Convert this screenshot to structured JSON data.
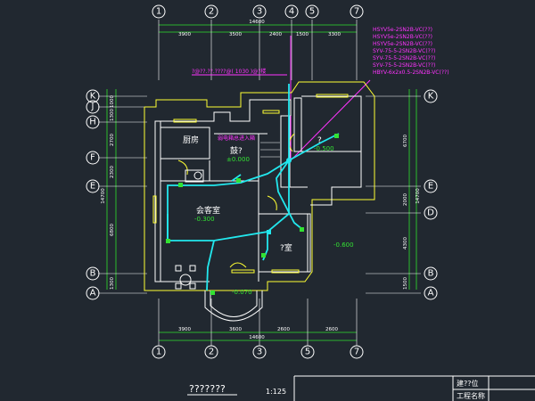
{
  "grid_top": [
    "1",
    "2",
    "3",
    "4",
    "5",
    "7"
  ],
  "grid_bottom": [
    "1",
    "2",
    "3",
    "5",
    "7"
  ],
  "grid_left": [
    "K",
    "J",
    "H",
    "F",
    "E",
    "B",
    "A"
  ],
  "grid_right": [
    "K",
    "E",
    "D",
    "B",
    "A"
  ],
  "dims_top": {
    "total": "14600",
    "segs": [
      "3900",
      "3500",
      "2400",
      "1500",
      "3300"
    ]
  },
  "dims_bottom": {
    "total": "14600",
    "segs": [
      "3900",
      "3600",
      "2600",
      "2600"
    ]
  },
  "dims_left": {
    "total": "14700",
    "segs": [
      "1000",
      "1300",
      "2700",
      "2300",
      "6800",
      "1300"
    ]
  },
  "dims_right": {
    "total": "14700",
    "segs": [
      "6700",
      "2000",
      "4300",
      "1500"
    ]
  },
  "cables": [
    "HSYV5e-2SN2B-VC(??)",
    "HSYV5e-2SN2B-VC(??)",
    "HSYV5e-2SN2B-VC(??)",
    "SYV-75-5-2SN2B-VC(??)",
    "SYV-75-5-2SN2B-VC(??)",
    "SYV-75-5-2SN2B-VC(??)",
    "HBYV-6x2x0.5-2SN2B-VC(??)"
  ],
  "annotation": "?@??.??.????@( 1030   )@?楼",
  "rooms": {
    "kitchen": "厨房",
    "entry": "鼓?",
    "entry_elev": "±0.000",
    "dining": "?",
    "dining_elev": "-0.500",
    "living": "会客室",
    "living_elev": "-0.300",
    "bed": "?室",
    "bed_elev": "-0.600",
    "porch_elev": "-0.070",
    "entry_label": "弱电箱总进入箱"
  },
  "footer": {
    "title": "???????",
    "scale": "1:125",
    "field1": "建??位",
    "field2": "工程名称"
  }
}
